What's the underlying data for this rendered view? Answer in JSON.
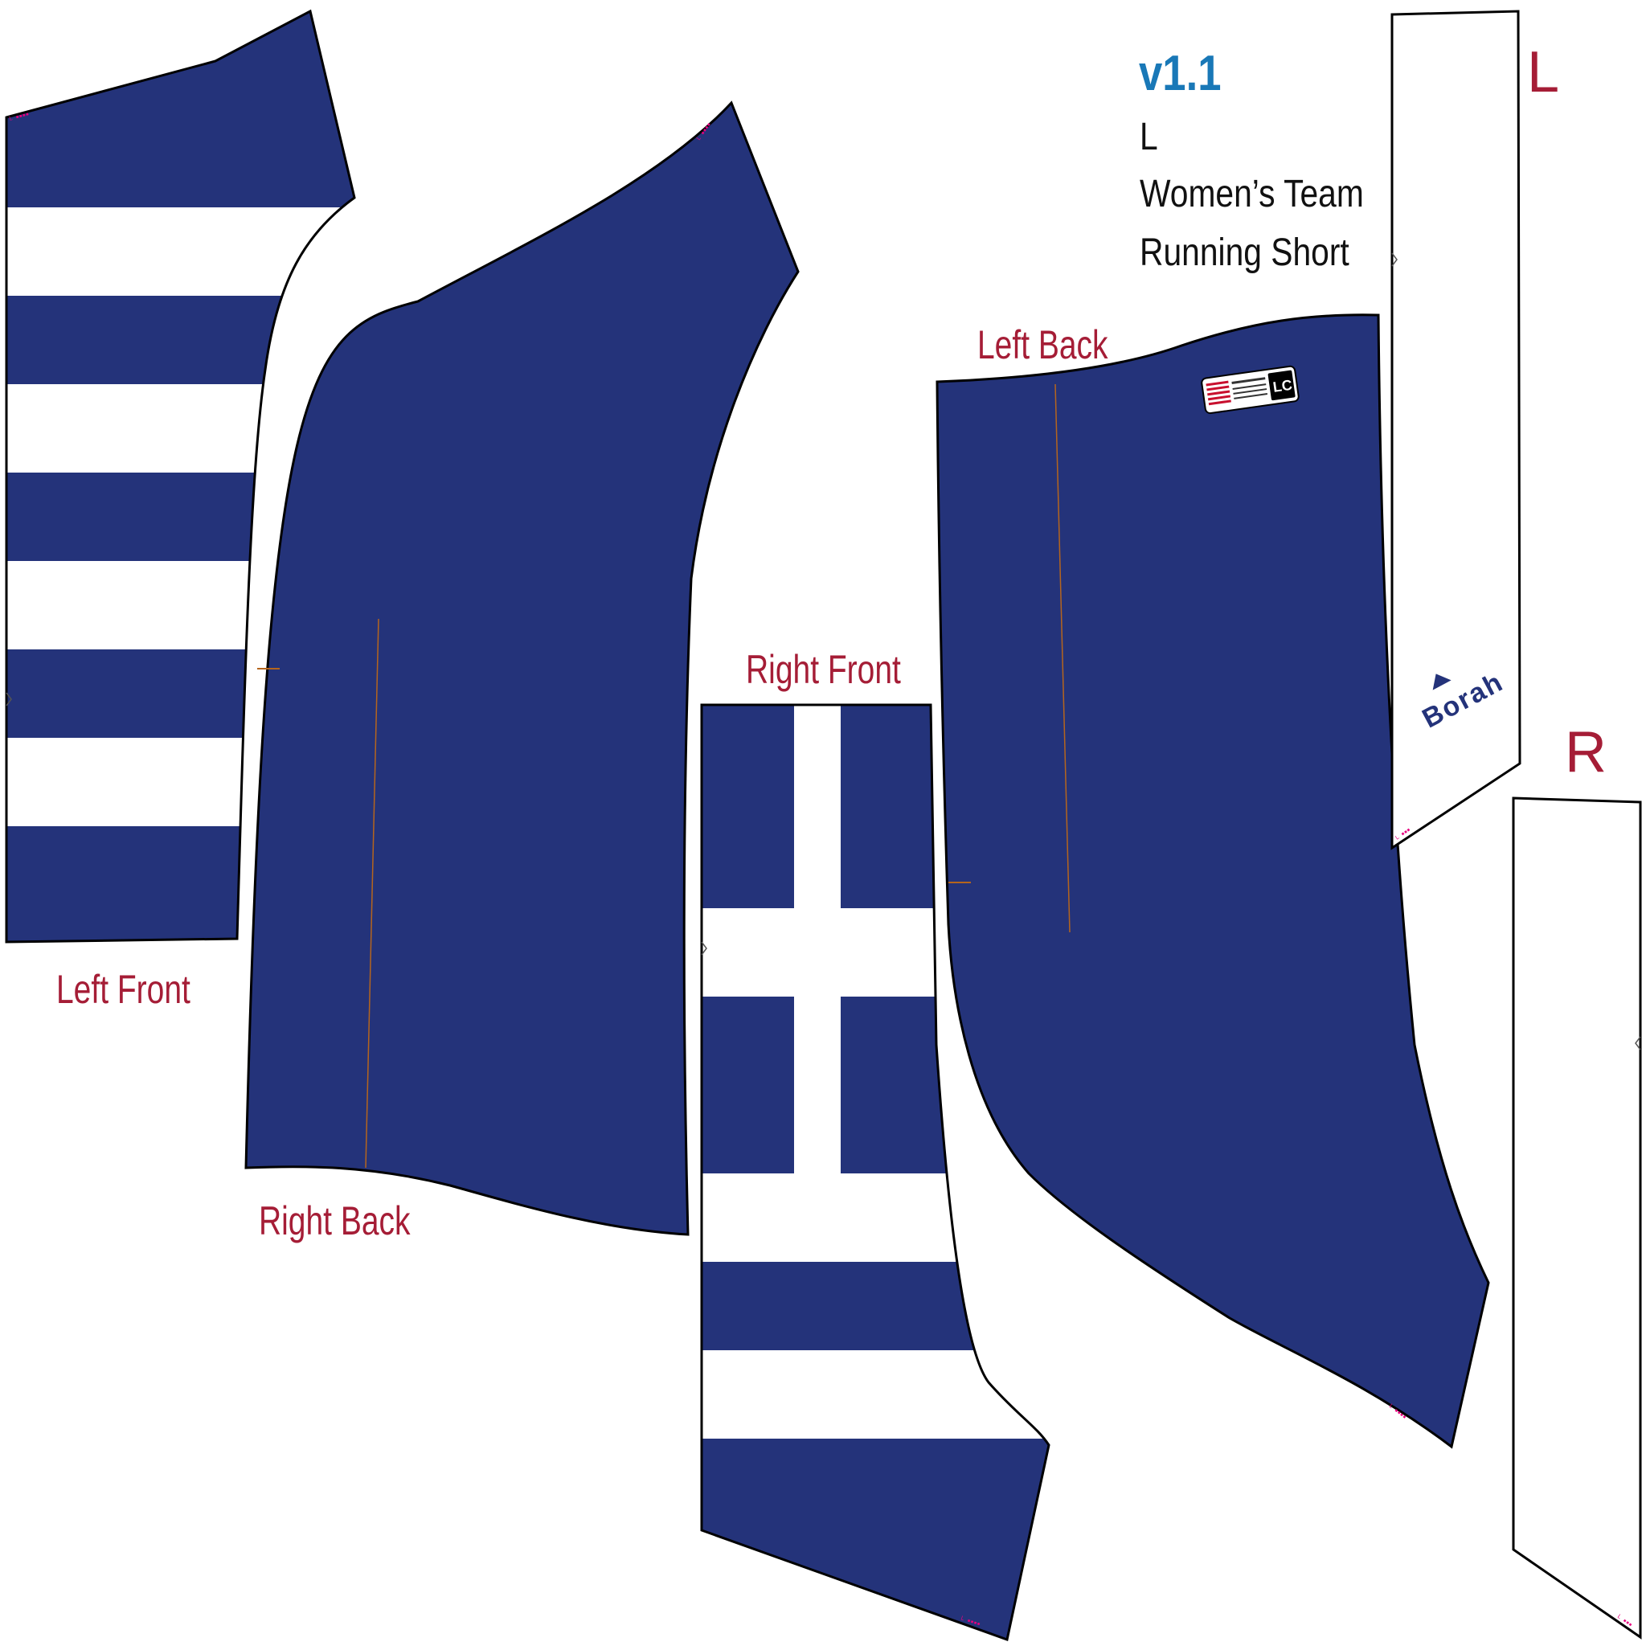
{
  "colors": {
    "navy": "#24337a",
    "white": "#ffffff",
    "outline": "#000000",
    "label_red": "#a51d36",
    "version_blue": "#1978b7",
    "info_black": "#111111",
    "seam_marker": "#b5651d",
    "size_mark_magenta": "#e6007e"
  },
  "info": {
    "version": "v1.1",
    "size": "L",
    "product_line1": "Women’s Team",
    "product_line2": "Running Short"
  },
  "pieces": {
    "left_front": {
      "label": "Left Front",
      "pattern": "horizontal-stripes"
    },
    "right_back": {
      "label": "Right Back",
      "pattern": "solid-navy"
    },
    "right_front": {
      "label": "Right Front",
      "pattern": "stripes-with-vertical-bar"
    },
    "left_back": {
      "label": "Left Back",
      "pattern": "solid-navy"
    },
    "waistband_left": {
      "label": "L",
      "pattern": "white"
    },
    "waistband_right": {
      "label": "R",
      "pattern": "white"
    }
  },
  "brand": {
    "logo_text": "Borah",
    "icon": "mountain-peak-icon"
  },
  "care_label": {
    "icon": "care-label-icon",
    "logo_icon": "lc-logo-icon",
    "flag_icon": "us-flag-icon"
  }
}
